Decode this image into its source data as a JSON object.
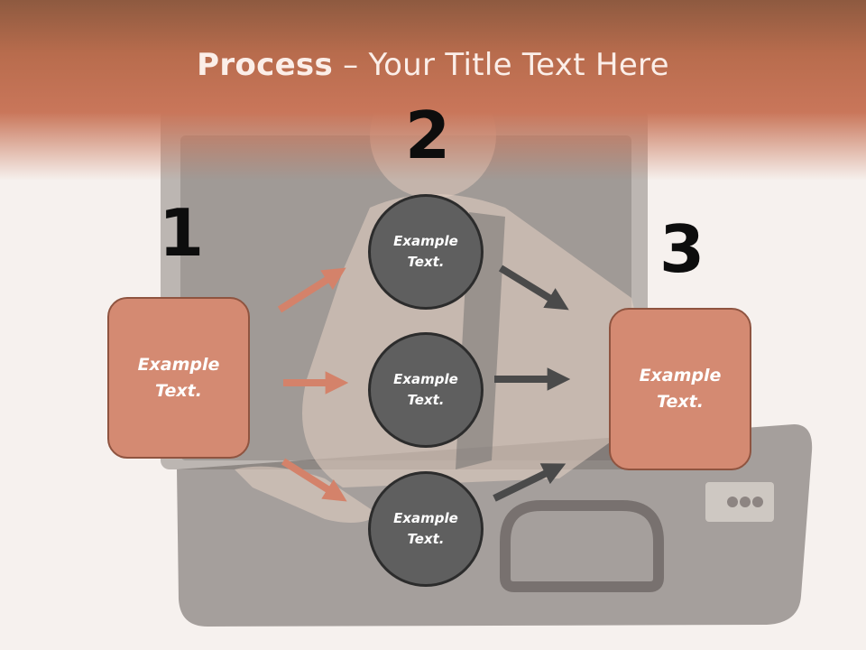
{
  "title": {
    "bold": "Process",
    "rest": " – Your Title Text Here"
  },
  "steps": [
    {
      "number": "1",
      "text": "Example\nText."
    },
    {
      "number": "2"
    },
    {
      "number": "3",
      "text": "Example\nText."
    }
  ],
  "nodes": [
    {
      "text": "Example\nText."
    },
    {
      "text": "Example\nText."
    },
    {
      "text": "Example\nText."
    }
  ],
  "colors": {
    "header": "#c9765a",
    "box_fill": "#d48a72",
    "box_border": "#8f5440",
    "circle_fill": "#5f5f5f",
    "arrow_in": "#d4826a",
    "arrow_out": "#4a4a4a"
  },
  "icons": {
    "arrow": "arrow-icon",
    "background": "briefcase-photo"
  }
}
